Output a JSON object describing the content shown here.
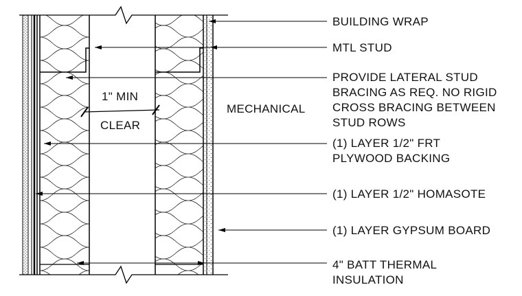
{
  "callouts": [
    {
      "lines": [
        "BUILDING WRAP"
      ]
    },
    {
      "lines": [
        "MTL STUD"
      ]
    },
    {
      "lines": [
        "PROVIDE LATERAL STUD",
        "BRACING AS REQ. NO RIGID",
        "CROSS BRACING BETWEEN",
        "STUD ROWS"
      ]
    },
    {
      "lines": [
        "(1) LAYER 1/2\" FRT",
        "PLYWOOD BACKING"
      ]
    },
    {
      "lines": [
        "(1) LAYER 1/2\" HOMASOTE"
      ]
    },
    {
      "lines": [
        "(1) LAYER GYPSUM BOARD"
      ]
    },
    {
      "lines": [
        "4\" BATT THERMAL",
        "INSULATION"
      ]
    }
  ],
  "dimension": {
    "line1": "1\" MIN",
    "line2": "CLEAR"
  },
  "room_label": "MECHANICAL"
}
